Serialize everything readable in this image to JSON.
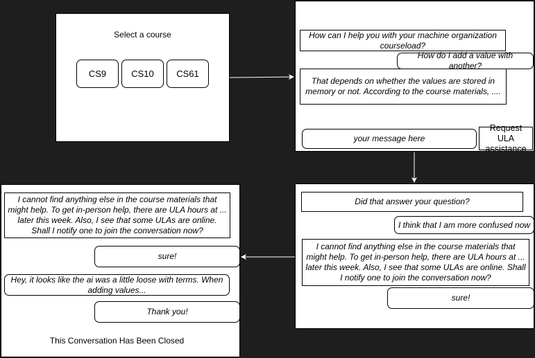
{
  "course_select": {
    "title": "Select a course",
    "courses": [
      "CS9",
      "CS10",
      "CS61"
    ]
  },
  "chat1": {
    "bot_greeting": "How can I help you with your machine organization courseload?",
    "user_question": "How do I add a value with another?",
    "bot_answer": "That depends on whether the values are stored in memory or not. According to the course materials, ....",
    "input_placeholder": "your message here",
    "ula_button": "Request ULA assistance"
  },
  "chat2": {
    "bot_check": "Did that answer your question?",
    "user_reply": "I think that I am more confused now",
    "bot_offer": "I cannot find anything else in the course materials that might help. To get in-person help, there are ULA hours at ... later this week. Also, I see that some ULAs are online. Shall I notify one to join the conversation now?",
    "user_sure": "sure!"
  },
  "chat3": {
    "bot_offer": "I cannot find anything else in the course materials that might help. To get in-person help, there are ULA hours at ... later this week. Also, I see that some ULAs are online. Shall I notify one to join the conversation now?",
    "user_sure": "sure!",
    "ula_message": "Hey, it looks like the ai was a little loose with terms. When adding values...",
    "user_thanks": "Thank you!",
    "closed_notice": "This Conversation Has Been Closed"
  }
}
